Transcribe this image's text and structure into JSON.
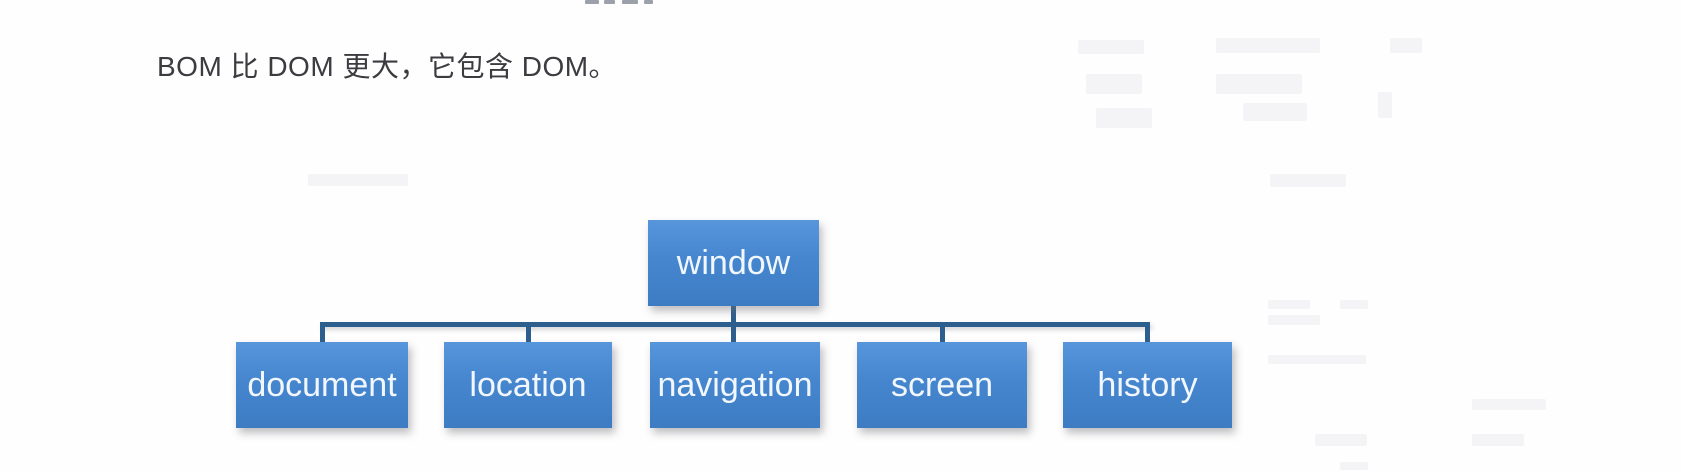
{
  "paragraph": {
    "text": "BOM 比 DOM 更大，它包含 DOM。"
  },
  "diagram": {
    "root": {
      "label": "window"
    },
    "children": [
      {
        "label": "document"
      },
      {
        "label": "location"
      },
      {
        "label": "navigation"
      },
      {
        "label": "screen"
      },
      {
        "label": "history"
      }
    ]
  },
  "colors": {
    "box_fill_top": "#5796db",
    "box_fill_bottom": "#3d7cc2",
    "box_text": "#f2f7fd",
    "connector": "#2d5f8e",
    "paragraph_text": "#3b3b40",
    "background": "#fefefe"
  }
}
